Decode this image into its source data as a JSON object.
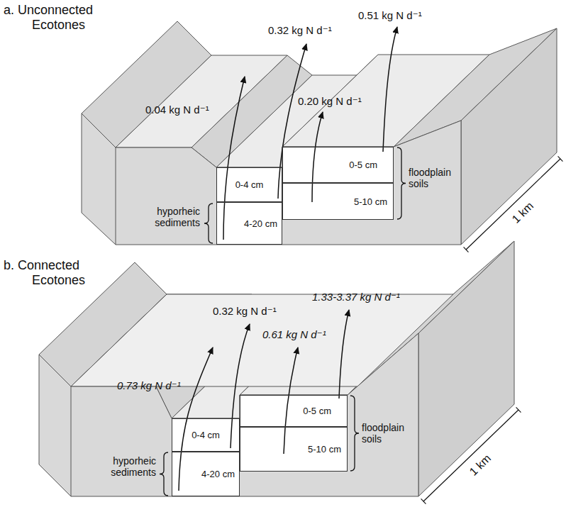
{
  "diagram": {
    "nodes": [
      {
        "text": [
          "0-4 cm"
        ]
      },
      {
        "text": [
          "4-20 cm"
        ]
      },
      {
        "text": [
          "0-5 cm"
        ]
      },
      {
        "text": [
          "5-10 cm"
        ]
      },
      {
        "text": [
          "0-4 cm"
        ]
      },
      {
        "text": [
          "4-20 cm"
        ]
      },
      {
        "text": [
          "0-5 cm"
        ]
      },
      {
        "text": [
          "5-10 cm"
        ]
      }
    ],
    "labels": [
      "a. Unconnected Ecotones",
      "0.04 kg N d⁻¹",
      "0.32 kg N d⁻¹",
      "0.20 kg N d⁻¹",
      "0.51 kg N d⁻¹",
      "hyporheic sediments",
      "floodplain soils",
      "1 km",
      "b. Connected Ecotones",
      "0.73 kg N d⁻¹",
      "0.32 kg N d⁻¹",
      "0.61 kg N d⁻¹",
      "1.33-3.37 kg N d⁻¹",
      "hyporheic sediments",
      "floodplain soils",
      "1 km"
    ]
  }
}
